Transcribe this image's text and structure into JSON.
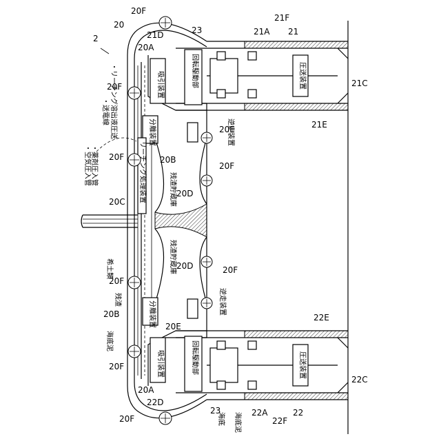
{
  "labels": {
    "system": "2",
    "main_body": "20",
    "suction_a": "20A",
    "separator_b": "20B",
    "pipe_c": "20C",
    "storage_d": "20D",
    "reverse_e": "20E",
    "fan_f": "20F",
    "top_21a": "21A",
    "top_21f": "21F",
    "top_21": "21",
    "top_21d": "21D",
    "top_21c": "21C",
    "top_21e": "21E",
    "bot_22a": "22A",
    "bot_22f": "22F",
    "bot_22": "22",
    "bot_22d": "22D",
    "bot_22c": "22C",
    "bot_22e": "22E",
    "num_23": "23"
  },
  "text": {
    "suction_device": "吸引装置",
    "rotation_drive": "回転駆動部",
    "pressure_device": "圧送装置",
    "separator": "分離装置",
    "residue_storage": "残渣貯蔵庫",
    "reverse_device": "逆走装置",
    "leaching_device": "リーチング処理装置",
    "rare_earth": "希土類",
    "residue": "残渣",
    "seabed_mud": "海底泥",
    "seabed": "海底",
    "seabed_mud_bottom": "海底泥",
    "pipes_note_1": "・薬剤圧入管",
    "pipes_note_2": "・空気圧入管",
    "pipes_note_3": "・リーチング溶出液圧送",
    "pipes_note_4": "・送電線"
  }
}
